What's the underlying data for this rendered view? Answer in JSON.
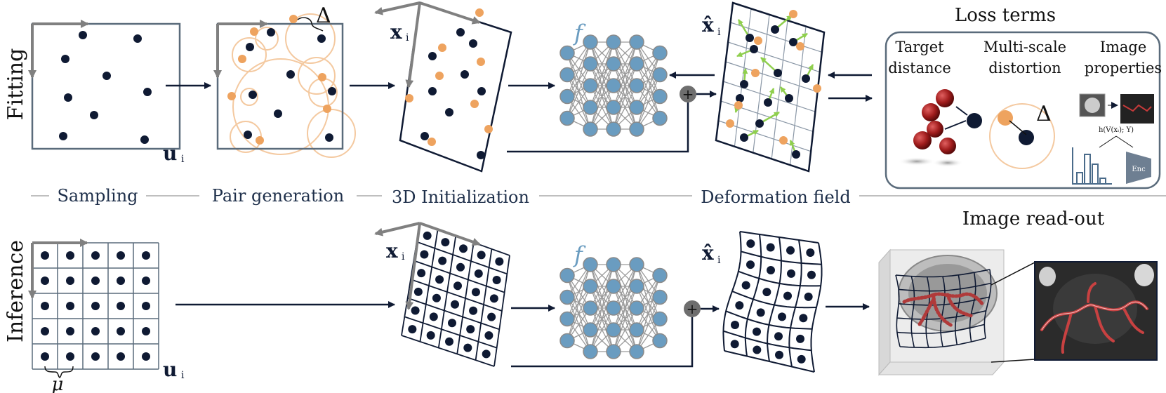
{
  "rows": {
    "fitting": "Fitting",
    "inference": "Inference"
  },
  "stages": {
    "sampling": "Sampling",
    "pair_generation": "Pair generation",
    "initialization": "3D Initialization",
    "deformation": "Deformation field"
  },
  "symbols": {
    "u": "u",
    "u_sub": "i",
    "x": "x",
    "x_sub": "i",
    "x_hat": "x̂",
    "f": "f",
    "delta": "Δ",
    "mu": "μ",
    "plus": "+"
  },
  "loss": {
    "title": "Loss terms",
    "target_line1": "Target",
    "target_line2": "distance",
    "multi_line1": "Multi-scale",
    "multi_line2": "distortion",
    "image_line1": "Image",
    "image_line2": "properties",
    "formula": "h(V(xᵢ); Y)",
    "enc": "Enc"
  },
  "readout": {
    "title": "Image read-out"
  },
  "colors": {
    "navy": "#0f1a33",
    "orange": "#eea35f",
    "orange_light": "#f4c9a0",
    "node_blue": "#6a9cc0",
    "gray": "#808080",
    "green": "#8fcf4d",
    "red_sphere": "#9b1b1b"
  }
}
